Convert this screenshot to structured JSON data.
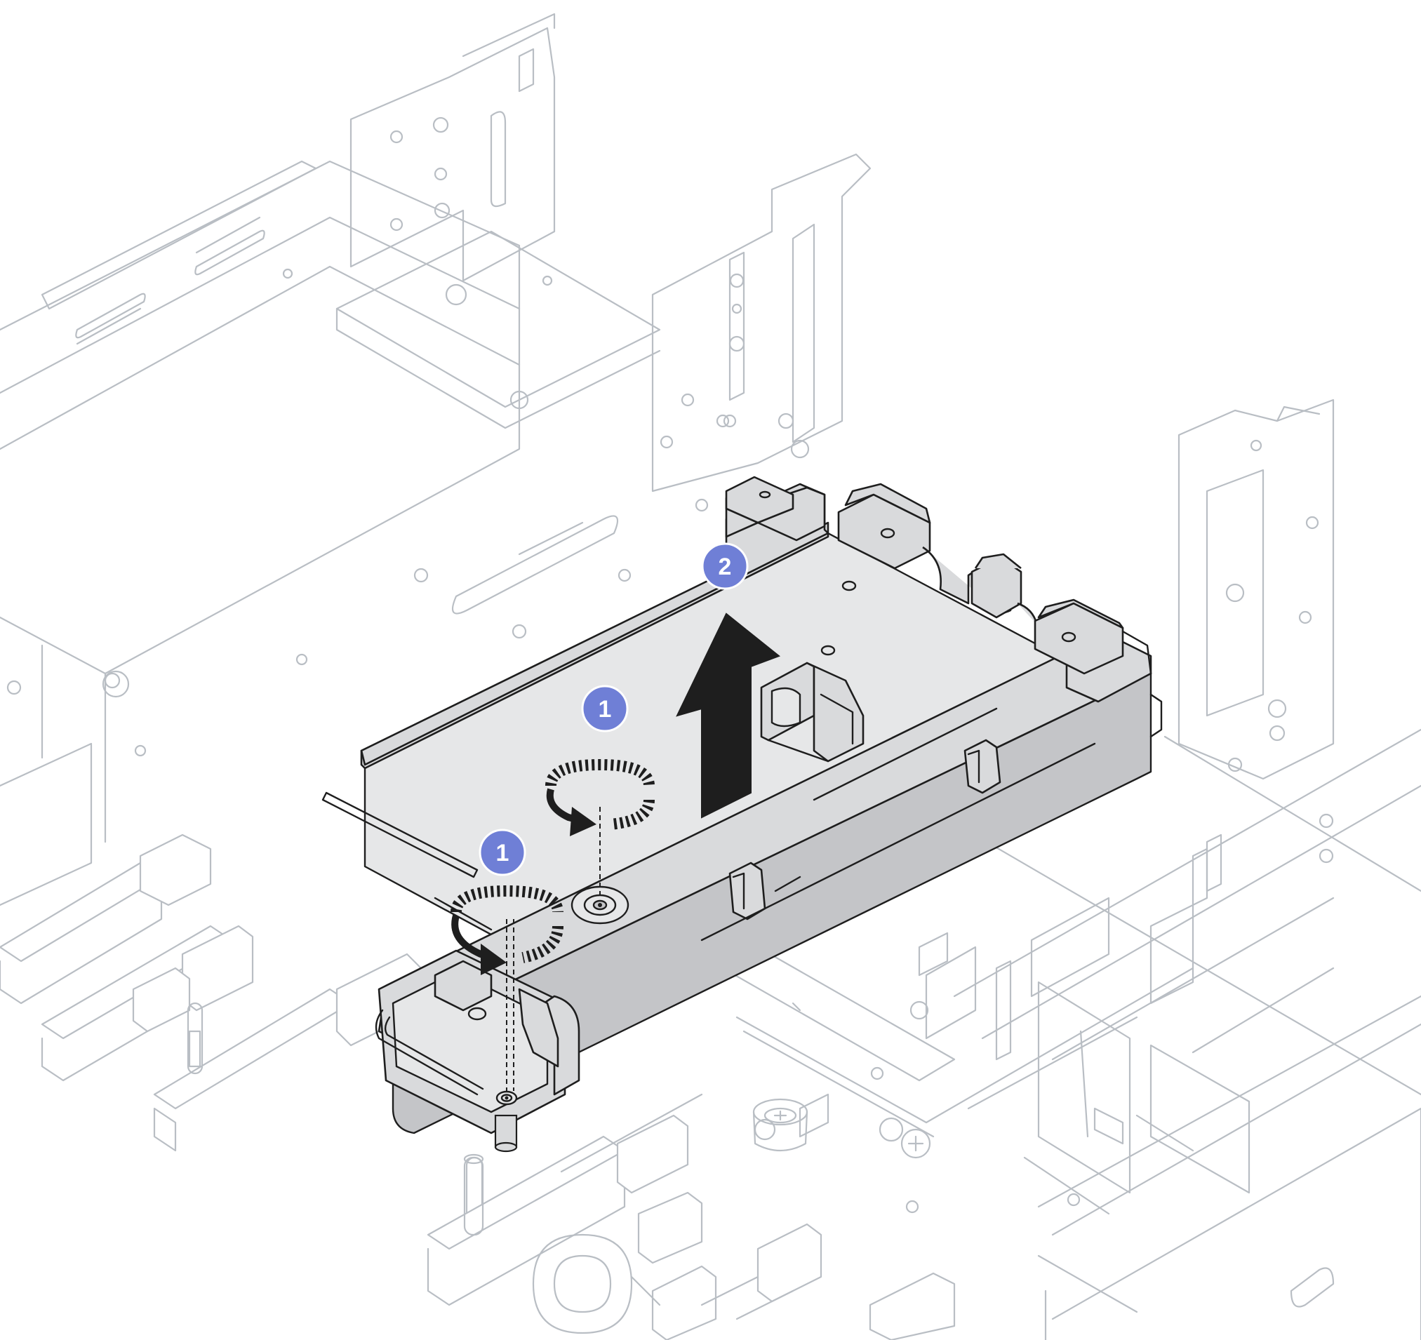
{
  "figure": {
    "callouts": [
      {
        "id": "step-1-upper-screw",
        "label": "1"
      },
      {
        "id": "step-1-lower-screw",
        "label": "1"
      },
      {
        "id": "step-2-lift",
        "label": "2"
      }
    ],
    "colors": {
      "callout": "#6f7fd6",
      "highlighted_part": "#d9dadc",
      "outline": "#1e1e1e",
      "background_parts": "#b9bec4"
    },
    "icons": [
      "rotate-counterclockwise-icon",
      "rotate-counterclockwise-icon",
      "lift-up-arrow-icon"
    ]
  }
}
